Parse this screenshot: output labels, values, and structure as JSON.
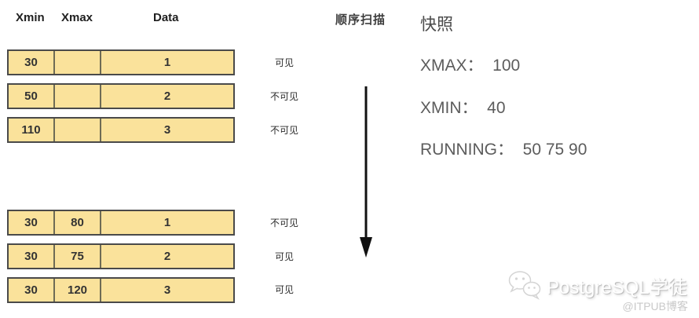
{
  "table": {
    "headers": {
      "xmin": "Xmin",
      "xmax": "Xmax",
      "data": "Data"
    }
  },
  "groups": [
    {
      "rows": [
        {
          "xmin": "30",
          "xmax": "",
          "data": "1",
          "visibility": "可见"
        },
        {
          "xmin": "50",
          "xmax": "",
          "data": "2",
          "visibility": "不可见"
        },
        {
          "xmin": "110",
          "xmax": "",
          "data": "3",
          "visibility": "不可见"
        }
      ]
    },
    {
      "rows": [
        {
          "xmin": "30",
          "xmax": "80",
          "data": "1",
          "visibility": "不可见"
        },
        {
          "xmin": "30",
          "xmax": "75",
          "data": "2",
          "visibility": "可见"
        },
        {
          "xmin": "30",
          "xmax": "120",
          "data": "3",
          "visibility": "可见"
        }
      ]
    }
  ],
  "scan": {
    "label": "顺序扫描"
  },
  "snapshot": {
    "title": "快照",
    "xmax_line": "XMAX：  100",
    "xmin_line": "XMIN：  40",
    "running_line": "RUNNING：  50 75 90"
  },
  "watermark": {
    "icon": "wechat-icon",
    "brand": "PostgreSQL学徒",
    "credit": "@ITPUB博客"
  },
  "colors": {
    "row_fill": "#FAE29B",
    "row_border": "#4a4a4a",
    "cell_divider": "#6e6b55",
    "arrow": "#111111",
    "snapshot_text": "#5c5c5c"
  }
}
